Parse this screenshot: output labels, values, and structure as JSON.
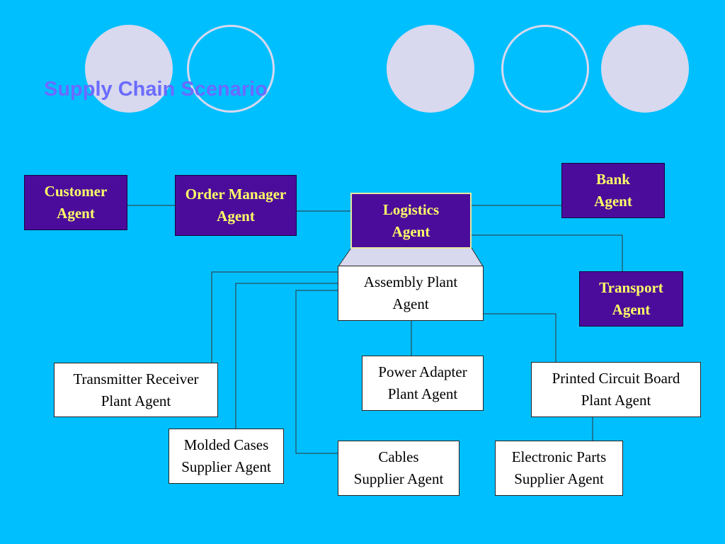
{
  "slide": {
    "title": "Supply Chain Scenario",
    "colors": {
      "background": "#00BFFF",
      "title": "#6B6BFF",
      "agent_fill": "#4B0C9C",
      "agent_text": "#FFFF66",
      "plant_fill": "#FFFFFF",
      "plant_text": "#000000",
      "connector": "#333333",
      "decor_circle": "#D8D8EE",
      "trapezoid": "#D8D8EE"
    }
  },
  "nodes": {
    "customer": "Customer\nAgent",
    "order_manager": "Order Manager\nAgent",
    "logistics": "Logistics\nAgent",
    "bank": "Bank\nAgent",
    "transport": "Transport\nAgent",
    "assembly": "Assembly Plant\nAgent",
    "transmitter": "Transmitter Receiver\nPlant Agent",
    "power_adapter": "Power Adapter\nPlant Agent",
    "pcb": "Printed Circuit Board\nPlant Agent",
    "molded_cases": "Molded Cases\nSupplier Agent",
    "cables": "Cables\nSupplier Agent",
    "electronic_parts": "Electronic Parts\nSupplier Agent"
  }
}
